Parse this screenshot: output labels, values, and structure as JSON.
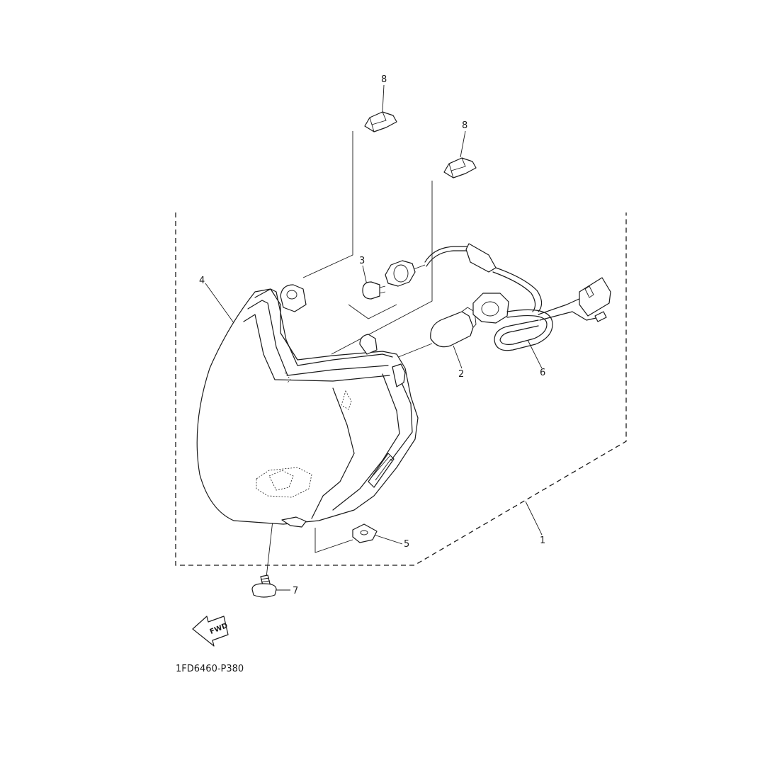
{
  "diagram": {
    "code": "1FD6460-P380",
    "fwd_label": "FWD",
    "callouts": {
      "c1": "1",
      "c2": "2",
      "c3": "3",
      "c4": "4",
      "c5": "5",
      "c6": "6",
      "c7": "7",
      "c8a": "8",
      "c8b": "8"
    }
  }
}
